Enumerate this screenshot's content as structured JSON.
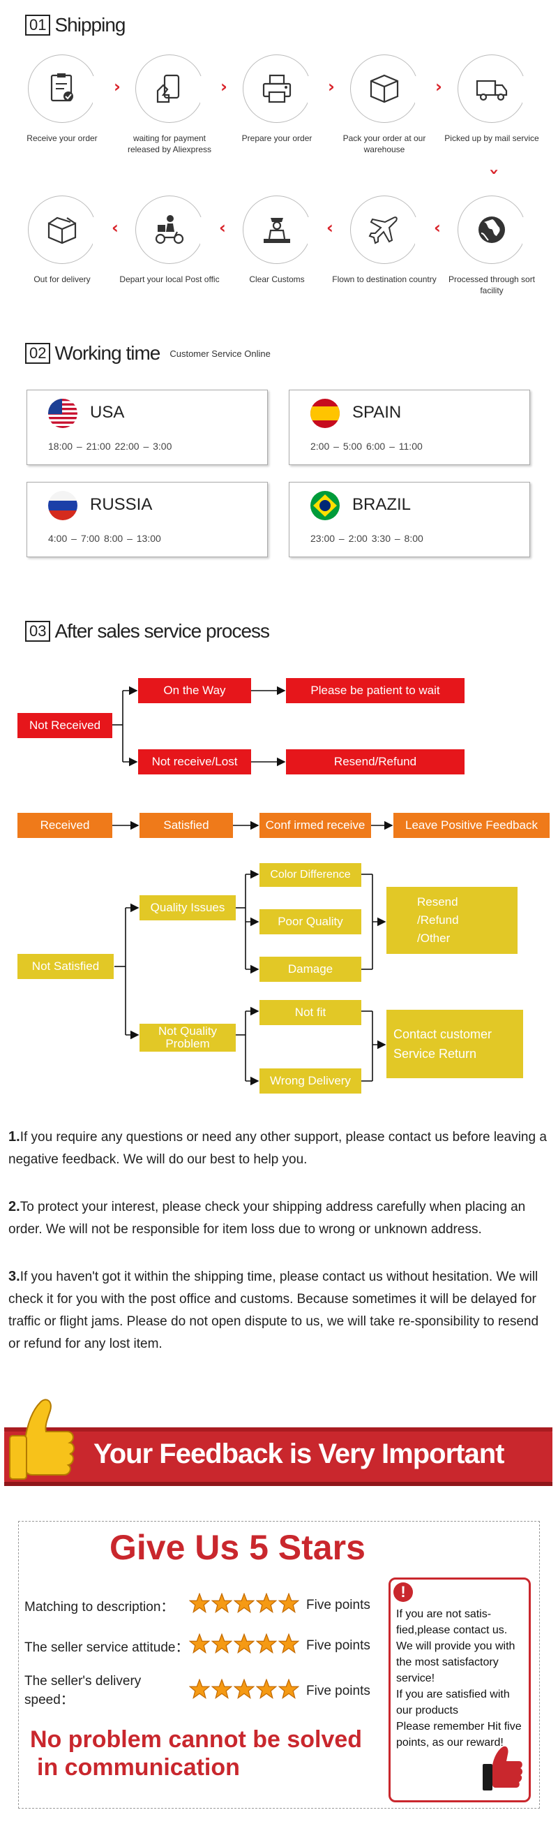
{
  "sections": {
    "shipping": {
      "num": "01",
      "title": "Shipping"
    },
    "working": {
      "num": "02",
      "title": "Working time",
      "sub": "Customer Service Online"
    },
    "after": {
      "num": "03",
      "title": "After sales service process"
    }
  },
  "shipping_steps": [
    {
      "label": "Receive your order",
      "icon": "clipboard-icon"
    },
    {
      "label": "waiting for payment released by Aliexpress",
      "icon": "payment-icon"
    },
    {
      "label": "Prepare your order",
      "icon": "printer-icon"
    },
    {
      "label": "Pack your order at our warehouse",
      "icon": "box-icon"
    },
    {
      "label": "Picked up by mail service",
      "icon": "truck-icon"
    },
    {
      "label": "Out for delivery",
      "icon": "open-box-icon"
    },
    {
      "label": "Depart your local Post offic",
      "icon": "courier-icon"
    },
    {
      "label": "Clear Customs",
      "icon": "customs-officer-icon"
    },
    {
      "label": "Flown to destination country",
      "icon": "airplane-icon"
    },
    {
      "label": "Processed through sort facility",
      "icon": "globe-icon"
    }
  ],
  "working_time": [
    {
      "country": "USA",
      "times": "18:00 – 21:00     22:00 – 3:00",
      "flag": "usa-flag-icon"
    },
    {
      "country": "SPAIN",
      "times": "2:00 – 5:00       6:00 – 11:00",
      "flag": "spain-flag-icon"
    },
    {
      "country": "RUSSIA",
      "times": "4:00 – 7:00       8:00 – 13:00",
      "flag": "russia-flag-icon"
    },
    {
      "country": "BRAZIL",
      "times": "23:00 – 2:00     3:30 – 8:00",
      "flag": "brazil-flag-icon"
    }
  ],
  "flow": {
    "not_received": "Not Received",
    "on_the_way": "On the Way",
    "be_patient": "Please be patient to wait",
    "not_receive_lost": "Not receive/Lost",
    "resend_refund": "Resend/Refund",
    "received": "Received",
    "satisfied": "Satisfied",
    "confirmed": "Conf irmed receive",
    "leave_feedback": "Leave Positive Feedback",
    "not_satisfied": "Not Satisfied",
    "quality_issues": "Quality Issues",
    "color_difference": "Color Difference",
    "poor_quality": "Poor Quality",
    "damage": "Damage",
    "resend_refund_other": "Resend\n/Refund\n/Other",
    "not_quality": "Not Quality\nProblem",
    "not_fit": "Not fit",
    "wrong_delivery": "Wrong Delivery",
    "contact_service": "Contact customer\nService Return"
  },
  "colors": {
    "red": "#e6161b",
    "orange": "#ef7a1a",
    "yellow": "#e2c826",
    "banner": "#c9272d"
  },
  "notes": [
    {
      "num": "1.",
      "text": "If you require any questions or need any other support, please contact us before leaving a negative feedback. We will do our best to help you."
    },
    {
      "num": "2.",
      "text": "To protect your interest, please check your shipping address carefully when placing an order. We will not be responsible for item loss due to wrong or unknown address."
    },
    {
      "num": "3.",
      "text": "If you haven't got it within the shipping time, please contact us without hesitation. We will check it for you with the post office and customs. Because sometimes it will be delayed for traffic or flight jams. Please do not open dispute to us, we will take re-sponsibility to resend or refund for any lost item."
    }
  ],
  "feedback": {
    "banner": "Your Feedback is Very Important",
    "stars_title": "Give Us 5 Stars",
    "rows": [
      {
        "label": "Matching to description：",
        "stars": 5,
        "points": "Five points"
      },
      {
        "label": "The seller service attitude：",
        "stars": 5,
        "points": "Five points"
      },
      {
        "label": "The seller's delivery speed：",
        "stars": 5,
        "points": "Five points"
      }
    ],
    "slogan_line1": "No problem cannot be solved",
    "slogan_line2": "in communication",
    "contact_text": "If you are not satis-fied,please contact us. We will provide you with the most satisfactory service!\nIf you are satisfied with our products\nPlease remember Hit five points, as our reward!",
    "alert_symbol": "!"
  }
}
